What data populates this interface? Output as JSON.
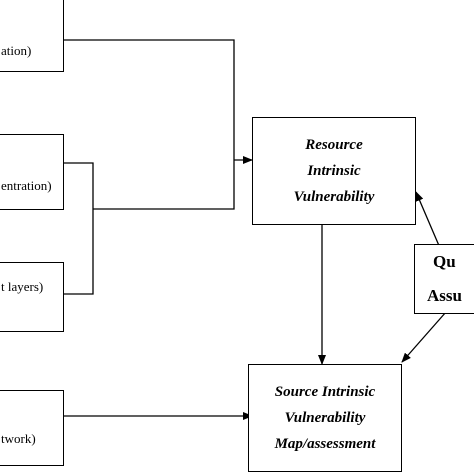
{
  "inputs": [
    {
      "label": "ation)"
    },
    {
      "label": "entration)"
    },
    {
      "label": "t layers)"
    },
    {
      "label": "twork)"
    }
  ],
  "resource_box": {
    "lines": [
      "Resource",
      "Intrinsic",
      "Vulnerability"
    ]
  },
  "source_box": {
    "lines": [
      "Source Intrinsic",
      "Vulnerability",
      "Map/assessment"
    ]
  },
  "quality_box": {
    "lines": [
      "Qu",
      "Assu"
    ]
  }
}
